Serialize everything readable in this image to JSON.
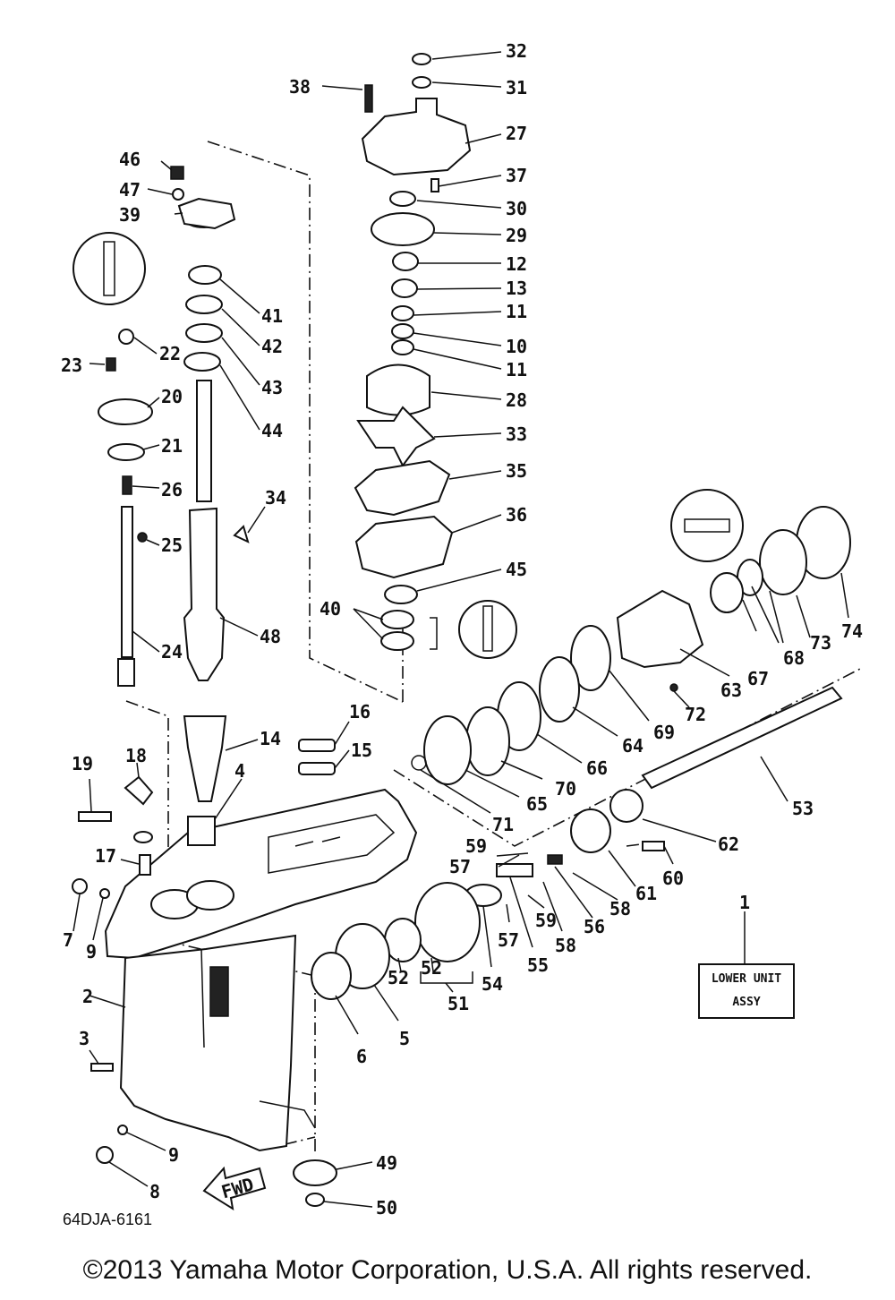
{
  "diagram": {
    "drawing_code": "64DJA-6161",
    "copyright": "©2013 Yamaha Motor Corporation, U.S.A. All rights reserved.",
    "assembly_box": {
      "line1": "LOWER UNIT",
      "line2": "ASSY"
    },
    "fwd_arrow_label": "FWD",
    "part_numbers": {
      "p1": "1",
      "p2": "2",
      "p3": "3",
      "p4": "4",
      "p5": "5",
      "p6": "6",
      "p7": "7",
      "p8": "8",
      "p9a": "9",
      "p9b": "9",
      "p10": "10",
      "p11a": "11",
      "p11b": "11",
      "p12": "12",
      "p13": "13",
      "p14": "14",
      "p15": "15",
      "p16": "16",
      "p17": "17",
      "p18": "18",
      "p19": "19",
      "p20": "20",
      "p21": "21",
      "p22": "22",
      "p23": "23",
      "p24": "24",
      "p25": "25",
      "p26": "26",
      "p27": "27",
      "p28": "28",
      "p29": "29",
      "p30": "30",
      "p31": "31",
      "p32": "32",
      "p33": "33",
      "p34": "34",
      "p35": "35",
      "p36": "36",
      "p37": "37",
      "p38": "38",
      "p39": "39",
      "p40": "40",
      "p41": "41",
      "p42": "42",
      "p43": "43",
      "p44": "44",
      "p45": "45",
      "p46": "46",
      "p47": "47",
      "p48": "48",
      "p49": "49",
      "p50": "50",
      "p51": "51",
      "p52a": "52",
      "p52b": "52",
      "p53": "53",
      "p54": "54",
      "p55": "55",
      "p56": "56",
      "p57a": "57",
      "p57b": "57",
      "p58a": "58",
      "p58b": "58",
      "p59a": "59",
      "p59b": "59",
      "p60": "60",
      "p61": "61",
      "p62": "62",
      "p63": "63",
      "p64": "64",
      "p65": "65",
      "p66": "66",
      "p67": "67",
      "p68": "68",
      "p69": "69",
      "p70": "70",
      "p71": "71",
      "p72": "72",
      "p73": "73",
      "p74": "74"
    }
  }
}
